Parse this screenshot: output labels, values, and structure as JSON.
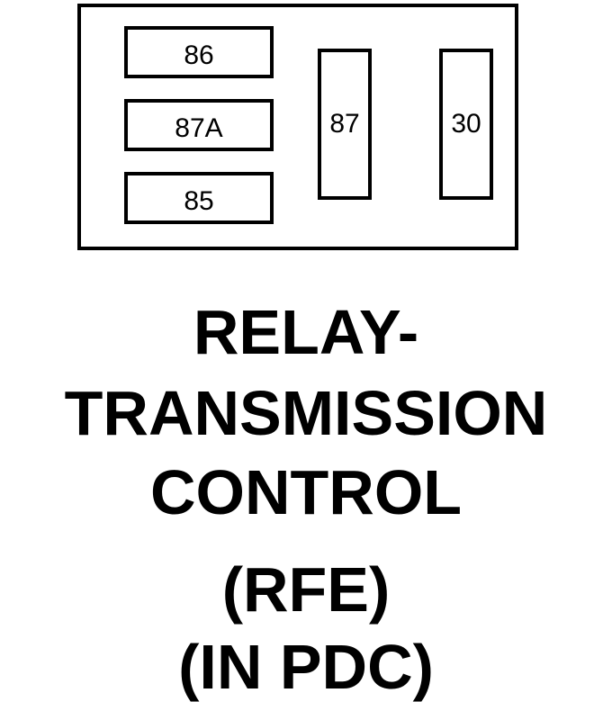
{
  "terminals": {
    "t86": "86",
    "t87a": "87A",
    "t85": "85",
    "t87": "87",
    "t30": "30"
  },
  "title": {
    "line1": "RELAY-",
    "line2": "TRANSMISSION",
    "line3": "CONTROL",
    "line4": "(RFE)",
    "line5": "(IN PDC)"
  }
}
